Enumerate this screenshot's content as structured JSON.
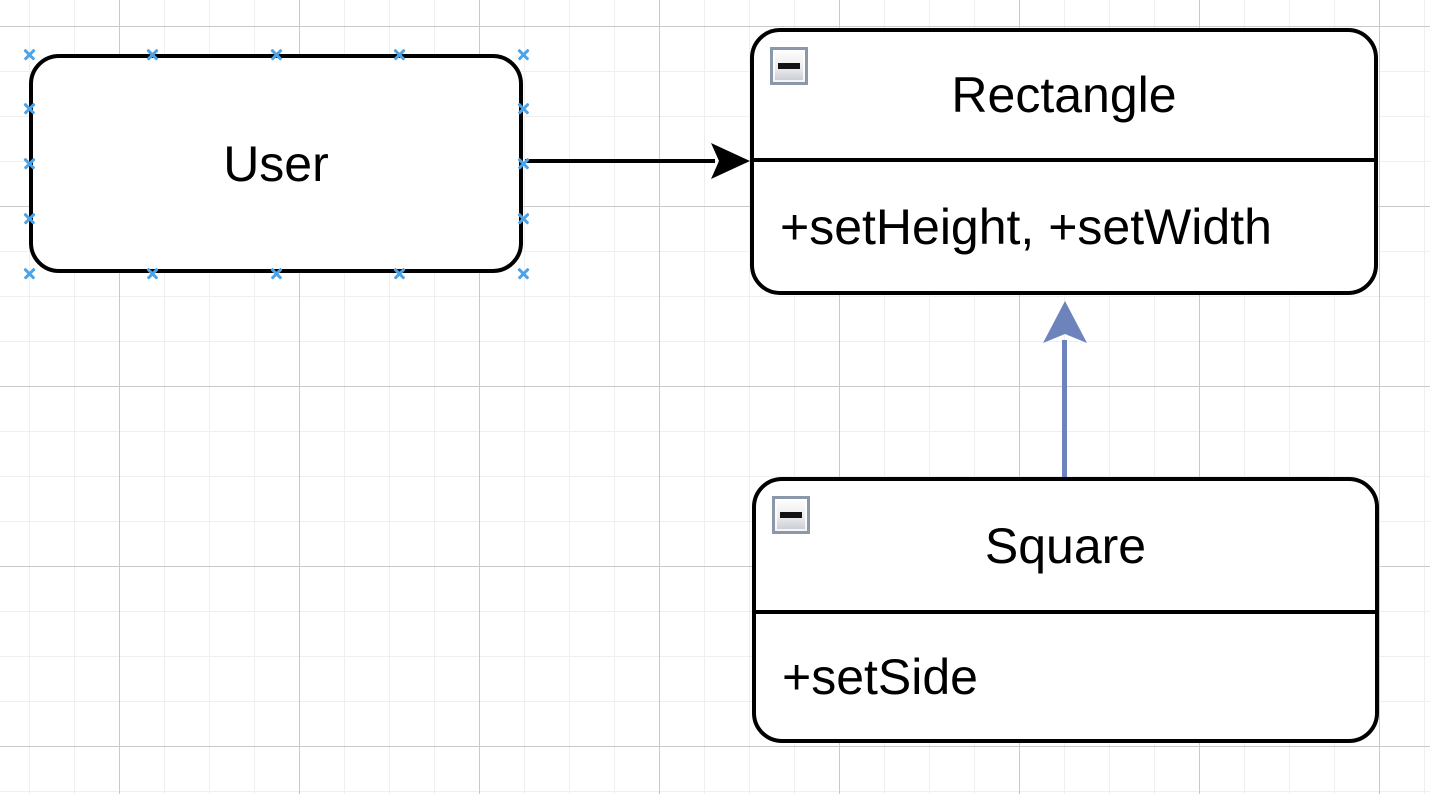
{
  "diagram": {
    "user": {
      "label": "User"
    },
    "rectangle": {
      "title": "Rectangle",
      "methods": "+setHeight, +setWidth"
    },
    "square": {
      "title": "Square",
      "methods": "+setSide"
    },
    "icons": {
      "collapse_button": "minus-icon",
      "connection_point": "x-mark-icon",
      "association_arrowhead": "filled-arrow-right-icon",
      "inheritance_arrowhead": "filled-arrow-up-icon"
    },
    "colors": {
      "node_border": "#000000",
      "node_fill": "#ffffff",
      "association_edge": "#000000",
      "inheritance_edge": "#6c84bb",
      "connection_point": "#4da3e8",
      "grid_minor": "#efefef",
      "grid_major": "#c9c9c9",
      "collapse_button_frame": "#8b98aa"
    }
  }
}
